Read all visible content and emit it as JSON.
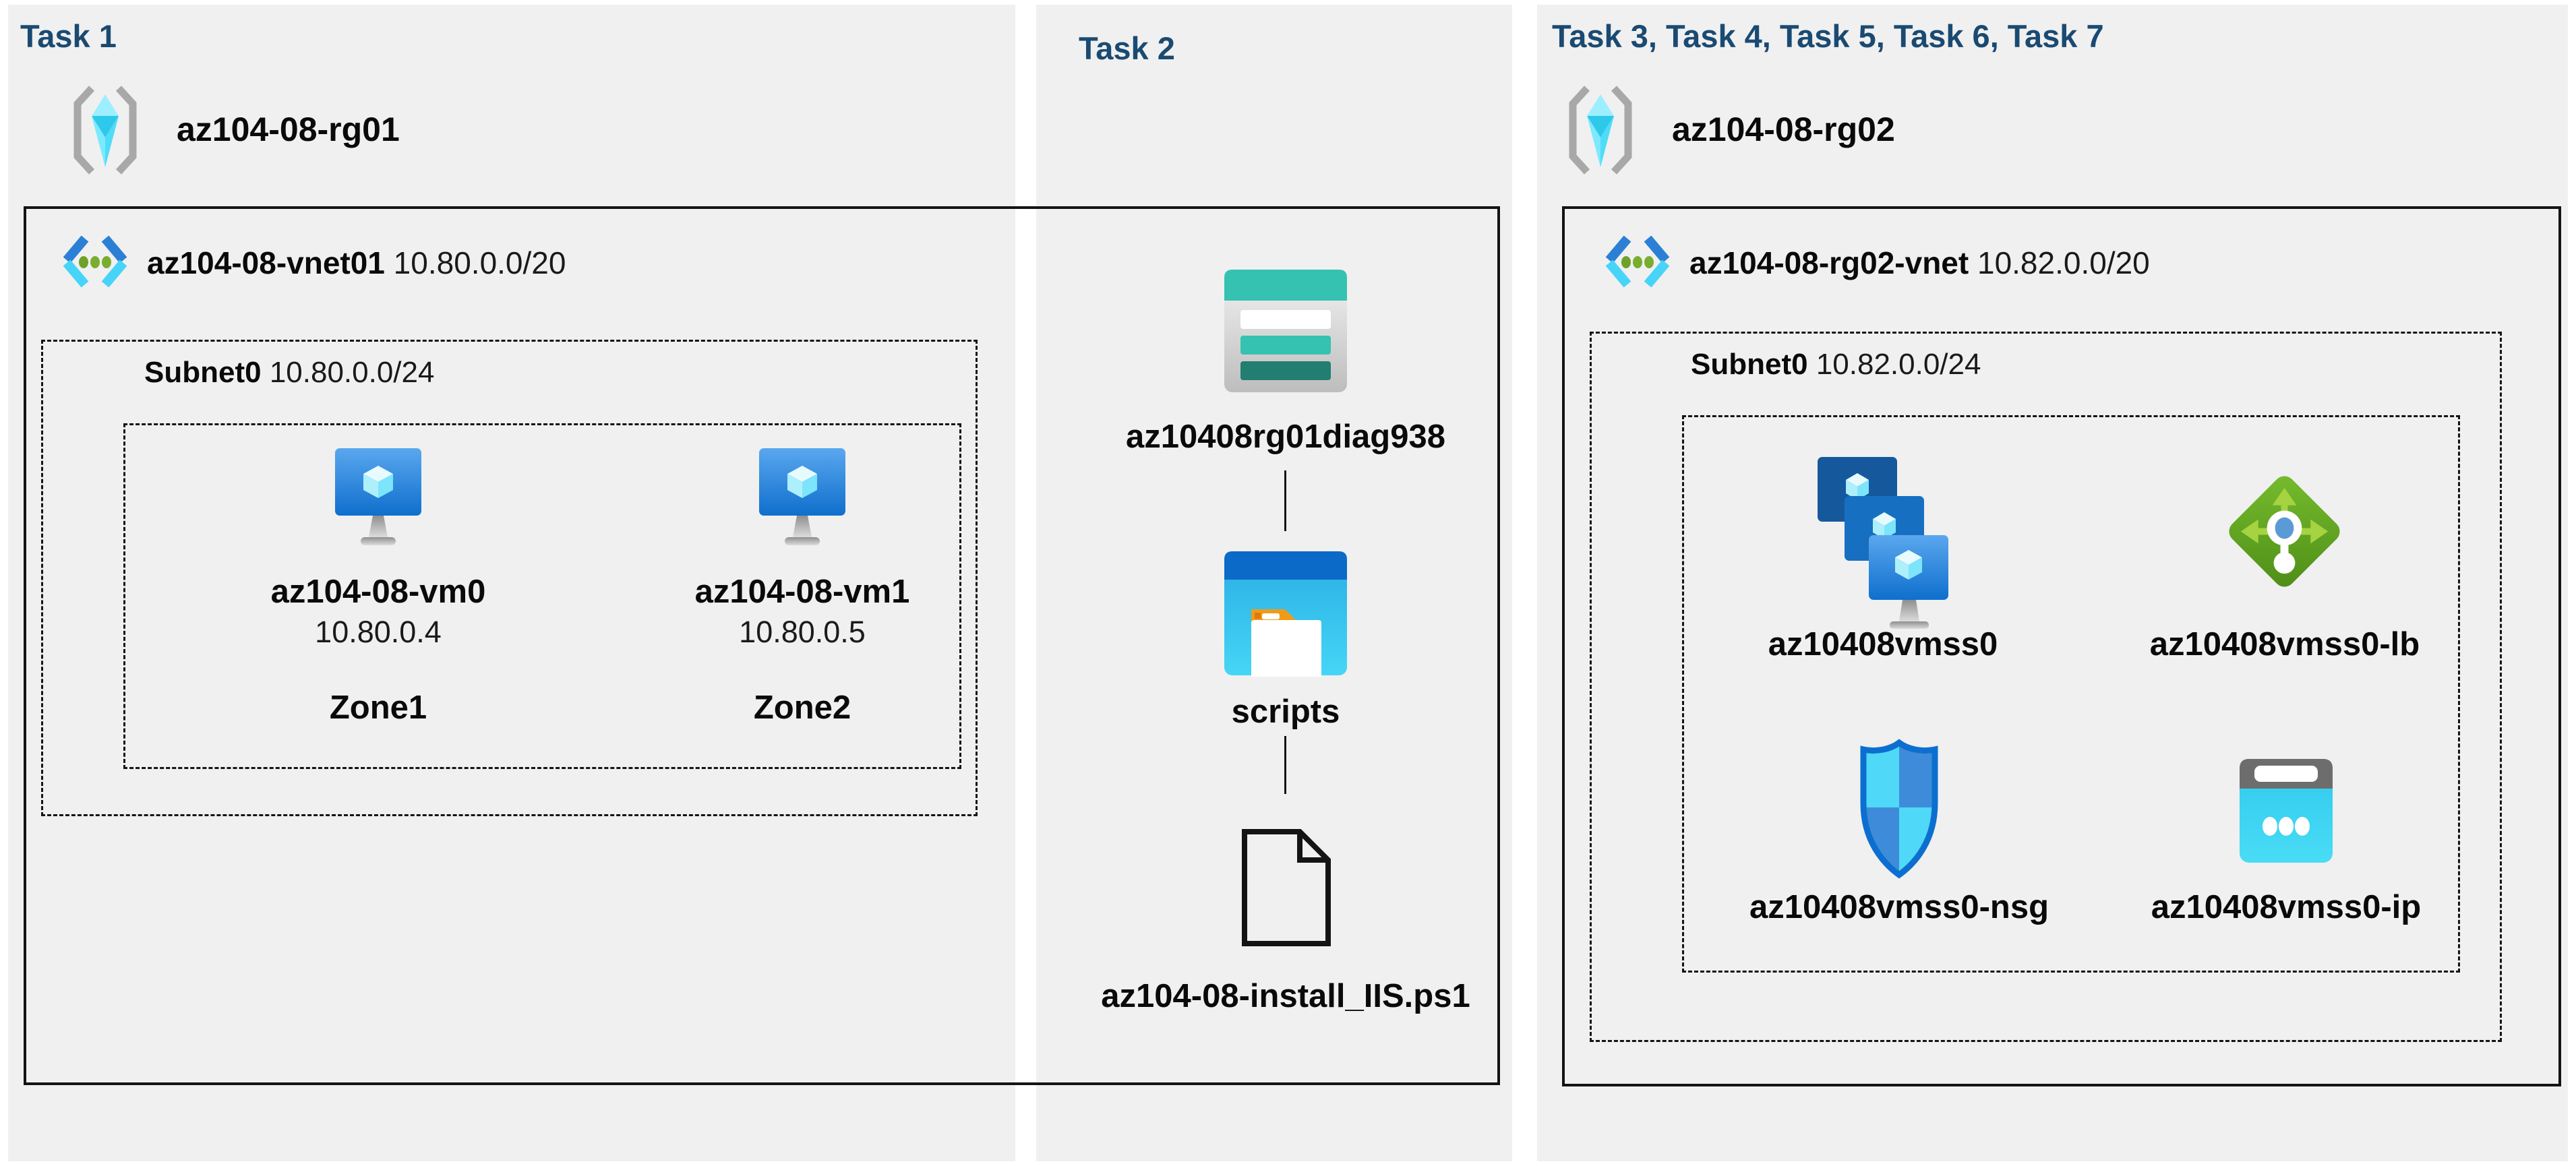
{
  "task1": {
    "title": "Task 1",
    "resource_group": "az104-08-rg01",
    "vnet": {
      "name": "az104-08-vnet01",
      "cidr": "10.80.0.0/20"
    },
    "subnet": {
      "name": "Subnet0",
      "cidr": "10.80.0.0/24"
    },
    "vms": [
      {
        "name": "az104-08-vm0",
        "ip": "10.80.0.4",
        "zone": "Zone1"
      },
      {
        "name": "az104-08-vm1",
        "ip": "10.80.0.5",
        "zone": "Zone2"
      }
    ]
  },
  "task2": {
    "title": "Task 2",
    "storage_account": "az10408rg01diag938",
    "container": "scripts",
    "script_file": "az104-08-install_IIS.ps1"
  },
  "task3": {
    "title": "Task 3, Task 4, Task 5, Task 6, Task 7",
    "resource_group": "az104-08-rg02",
    "vnet": {
      "name": "az104-08-rg02-vnet",
      "cidr": "10.82.0.0/20"
    },
    "subnet": {
      "name": "Subnet0",
      "cidr": "10.82.0.0/24"
    },
    "resources": [
      {
        "name": "az10408vmss0",
        "icon": "vm-scale-set-icon"
      },
      {
        "name": "az10408vmss0-lb",
        "icon": "load-balancer-icon"
      },
      {
        "name": "az10408vmss0-nsg",
        "icon": "network-security-group-icon"
      },
      {
        "name": "az10408vmss0-ip",
        "icon": "public-ip-icon"
      }
    ]
  },
  "colors": {
    "task_title": "#1a4a72",
    "panel_bg": "#f0f0f0",
    "vm_screen_blue": "#0f6fcd",
    "cube_cyan": "#50e6ff",
    "vnet_chevron_blue": "#2b80d6",
    "vnet_chevron_cyan": "#47d4f8",
    "vnet_dot_green": "#72a42a",
    "storage_teal": "#35c2b0",
    "storage_dark_teal": "#217e71",
    "container_blue": "#0b6ac8",
    "folder_tab_orange": "#f29a18",
    "lb_green": "#5da21e",
    "nsg_blue": "#3e8cd9",
    "ip_cyan": "#32c9ec",
    "bracket_gray": "#a8a8a8"
  }
}
